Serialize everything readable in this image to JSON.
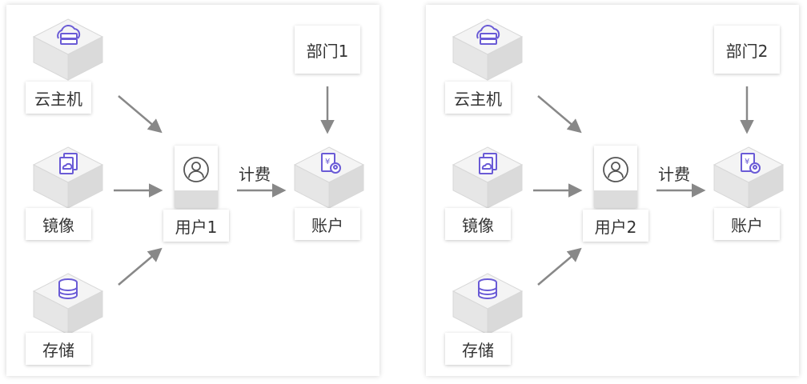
{
  "panels": [
    {
      "cloud_host": "云主机",
      "image": "镜像",
      "storage": "存储",
      "user": "用户1",
      "billing": "计费",
      "account": "账户",
      "department": "部门1"
    },
    {
      "cloud_host": "云主机",
      "image": "镜像",
      "storage": "存储",
      "user": "用户2",
      "billing": "计费",
      "account": "账户",
      "department": "部门2"
    }
  ],
  "icons": {
    "cloud_host": "cloud-server-icon",
    "image": "image-copy-icon",
    "storage": "database-icon",
    "user": "user-icon",
    "account": "billing-account-icon"
  },
  "colors": {
    "icon_purple": "#6a5bd6",
    "arrow_gray": "#888888",
    "cube_top": "#f2f2f2",
    "cube_side": "#e0e0e0"
  }
}
